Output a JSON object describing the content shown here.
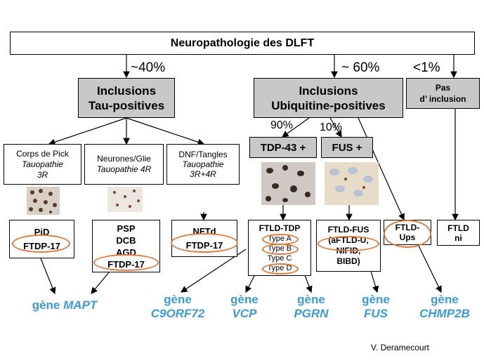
{
  "title": "Neuropathologie des DLFT",
  "pct": {
    "tau": "~40%",
    "ubi": "~ 60%",
    "pas": "<1%",
    "tdp": "90%",
    "fus": "10%"
  },
  "tau_box": {
    "line1": "Inclusions",
    "line2": "Tau-positives"
  },
  "ubi_box": {
    "line1": "Inclusions",
    "line2": "Ubiquitine-positives"
  },
  "pas_box": {
    "line1": "Pas",
    "line2": "d’ inclusion"
  },
  "tau_sub": [
    {
      "title": "Corps de Pick",
      "line1": "Tauopathie",
      "line2": "3R"
    },
    {
      "title": "Neurones/Glie",
      "line1": "Tauopathie 4R",
      "line2": ""
    },
    {
      "title": "DNF/Tangles",
      "line1": "Tauopathie",
      "line2": "3R+4R"
    }
  ],
  "tdp_label": "TDP-43 +",
  "fus_label": "FUS +",
  "pid": {
    "line1": "PiD",
    "line2": "FTDP-17"
  },
  "psp": {
    "line1": "PSP",
    "line2": "DCB",
    "line3": "AGD",
    "line4": "FTDP-17"
  },
  "nftd": {
    "line1": "NFTd",
    "line2": "FTDP-17"
  },
  "ftld_tdp": {
    "title": "FTLD-TDP",
    "types": [
      "Type A",
      "Type B",
      "Type C",
      "Type D"
    ]
  },
  "ftld_fus": {
    "line1": "FTLD-FUS",
    "line2": "(aFTLD-U,",
    "line3": "NIFID,",
    "line4": "BIBD)"
  },
  "ftld_ups": {
    "line1": "FTLD-",
    "line2": "Ups"
  },
  "ftld_ni": {
    "line1": "FTLD",
    "line2": "ni"
  },
  "genes": [
    {
      "word": "gène",
      "name": "MAPT"
    },
    {
      "word": "gène",
      "name": "C9ORF72"
    },
    {
      "word": "gène",
      "name": "VCP"
    },
    {
      "word": "gène",
      "name": "PGRN"
    },
    {
      "word": "gène",
      "name": "FUS"
    },
    {
      "word": "gène",
      "name": "CHMP2B"
    }
  ],
  "credit": "V. Deramecourt",
  "colors": {
    "gene": "#3b9ad9",
    "highlight": "#e07a3f",
    "inclusion_box": "#c8c8c8"
  }
}
